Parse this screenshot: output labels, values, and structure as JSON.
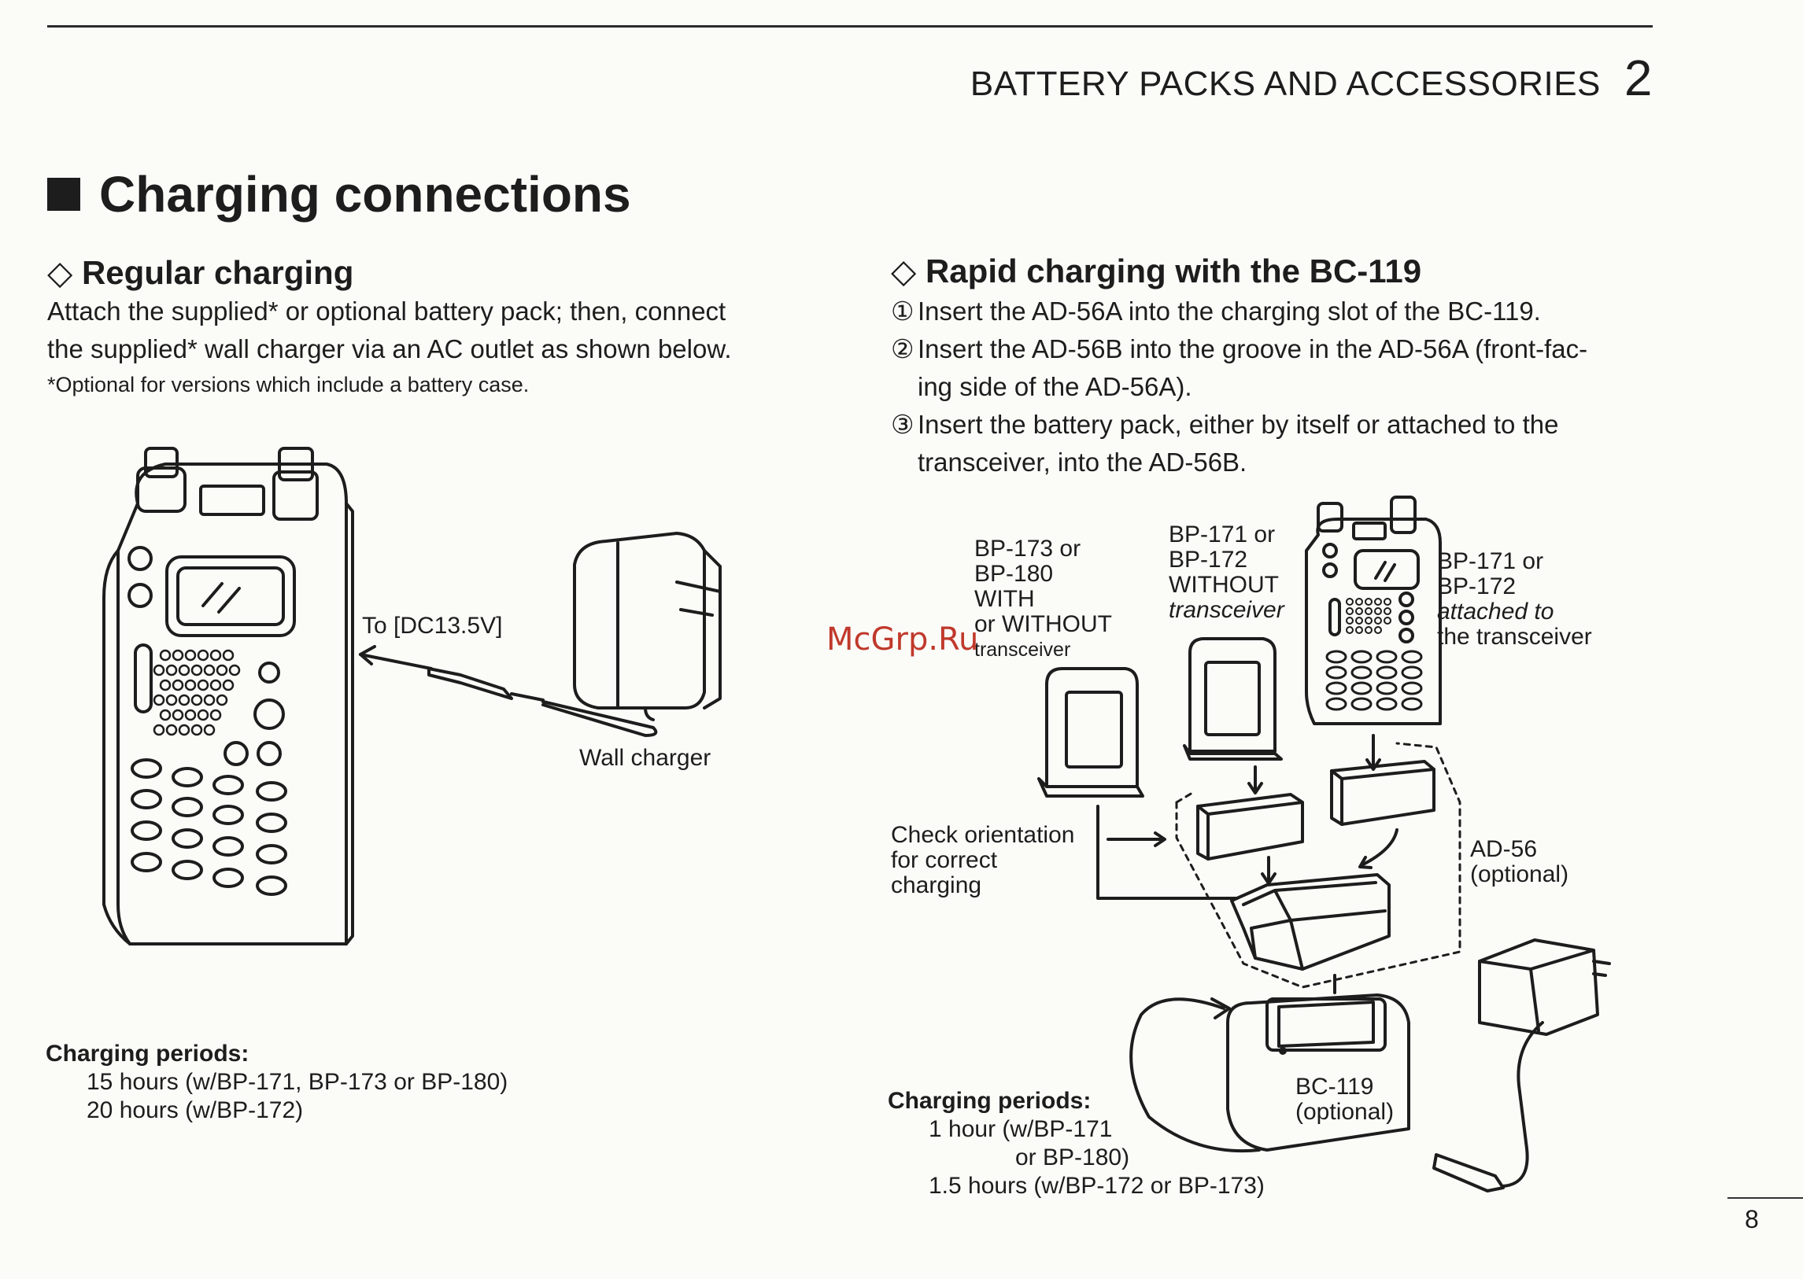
{
  "header": {
    "section_title": "BATTERY PACKS AND ACCESSORIES",
    "chapter_number": "2"
  },
  "title": "Charging connections",
  "regular": {
    "heading": "◇ Regular charging",
    "line1": "Attach the supplied* or optional battery pack; then, connect",
    "line2": "the supplied* wall charger via an AC outlet as shown below.",
    "footnote": "*Optional for versions which include a battery case.",
    "label_dc": "To [DC13.5V]",
    "label_wall_charger": "Wall charger",
    "periods_title": "Charging periods:",
    "periods": [
      "15 hours (w/BP-171, BP-173 or BP-180)",
      "20 hours (w/BP-172)"
    ]
  },
  "rapid": {
    "heading": "◇ Rapid charging with the BC-119",
    "steps": [
      {
        "num": "①",
        "text": "Insert the AD-56A into the charging slot of the BC-119."
      },
      {
        "num": "②",
        "text": "Insert the AD-56B into the groove in the AD-56A (front-fac-",
        "cont": "ing side of the AD-56A)."
      },
      {
        "num": "③",
        "text": "Insert the battery pack, either by itself or attached to the",
        "cont": "transceiver, into the AD-56B."
      }
    ],
    "label_a": [
      "BP-173 or",
      "BP-180",
      "WITH",
      "or WITHOUT",
      "transceiver"
    ],
    "label_b": [
      "BP-171 or",
      "BP-172",
      "WITHOUT",
      "transceiver"
    ],
    "label_c": [
      "BP-171 or",
      "BP-172",
      "attached to",
      "the transceiver"
    ],
    "label_check": [
      "Check orientation",
      "for correct",
      "charging"
    ],
    "label_ad56": [
      "AD-56",
      "(optional)"
    ],
    "label_bc119": [
      "BC-119",
      "(optional)"
    ],
    "periods_title": "Charging periods:",
    "periods": [
      "1 hour (w/BP-171",
      "or BP-180)",
      "1.5 hours (w/BP-172 or BP-173)"
    ]
  },
  "watermark": "McGrp.Ru",
  "page_number": "8"
}
